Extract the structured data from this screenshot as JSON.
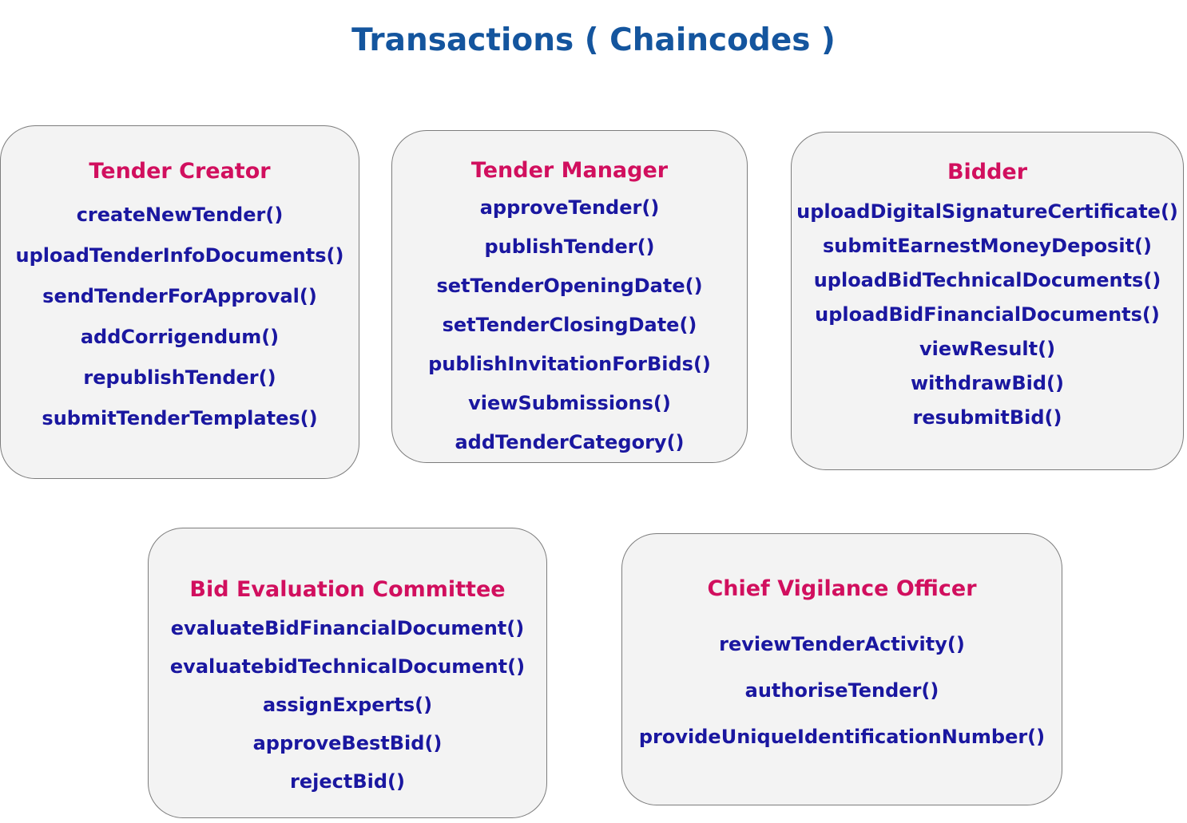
{
  "title": "Transactions ( Chaincodes )",
  "colors": {
    "title_blue": "#14559E",
    "heading_pink": "#D10F5E",
    "method_navy": "#1A17A0",
    "card_background": "#F3F3F3",
    "card_border": "#7C7C7C",
    "page_background": "#FFFFFF"
  },
  "cards": [
    {
      "id": "tender-creator",
      "heading": "Tender Creator",
      "methods": [
        "createNewTender()",
        "uploadTenderInfoDocuments()",
        "sendTenderForApproval()",
        "addCorrigendum()",
        "republishTender()",
        "submitTenderTemplates()"
      ]
    },
    {
      "id": "tender-manager",
      "heading": "Tender Manager",
      "methods": [
        "approveTender()",
        "publishTender()",
        "setTenderOpeningDate()",
        "setTenderClosingDate()",
        "publishInvitationForBids()",
        "viewSubmissions()",
        "addTenderCategory()"
      ]
    },
    {
      "id": "bidder",
      "heading": "Bidder",
      "methods": [
        "uploadDigitalSignatureCertificate()",
        "submitEarnestMoneyDeposit()",
        "uploadBidTechnicalDocuments()",
        "uploadBidFinancialDocuments()",
        "viewResult()",
        "withdrawBid()",
        "resubmitBid()"
      ]
    },
    {
      "id": "bid-evaluation-committee",
      "heading": "Bid Evaluation Committee",
      "methods": [
        "evaluateBidFinancialDocument()",
        "evaluatebidTechnicalDocument()",
        "assignExperts()",
        "approveBestBid()",
        "rejectBid()"
      ]
    },
    {
      "id": "chief-vigilance-officer",
      "heading": "Chief Vigilance Officer",
      "methods": [
        "reviewTenderActivity()",
        "authoriseTender()",
        "provideUniqueIdentificationNumber()"
      ]
    }
  ]
}
